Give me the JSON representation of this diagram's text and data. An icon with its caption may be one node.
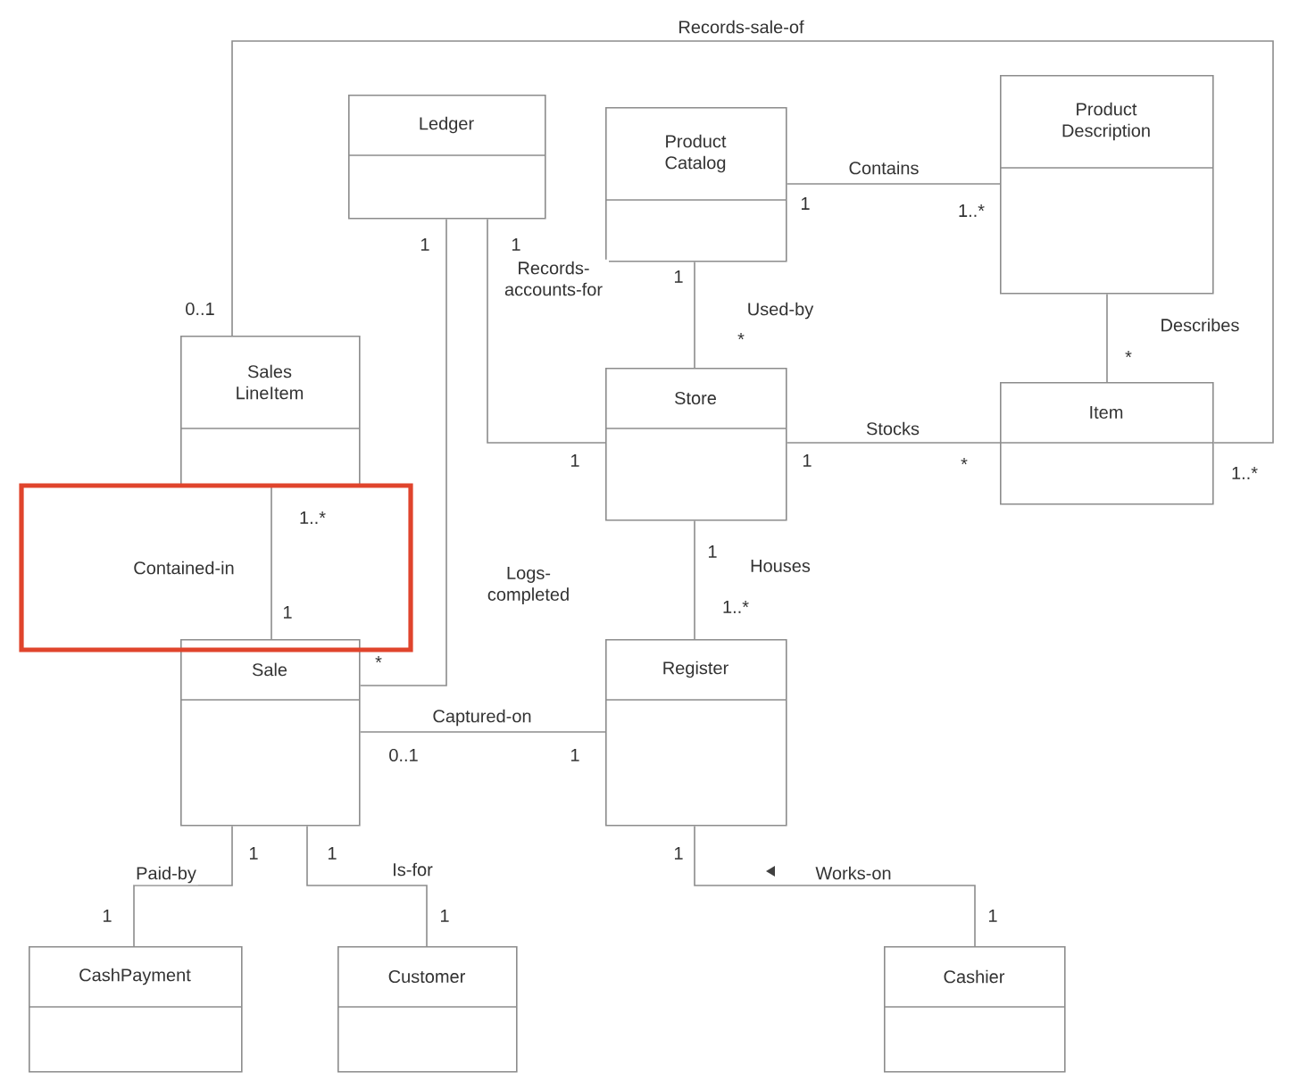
{
  "diagram": {
    "nodes": [
      {
        "text": [
          "Ledger"
        ]
      },
      {
        "text": [
          "Product Catalog"
        ]
      },
      {
        "text": [
          "Product Description"
        ]
      },
      {
        "text": [
          "Sales LineItem"
        ]
      },
      {
        "text": [
          "Store"
        ]
      },
      {
        "text": [
          "Item"
        ]
      },
      {
        "text": [
          "Sale"
        ]
      },
      {
        "text": [
          "Register"
        ]
      },
      {
        "text": [
          "CashPayment"
        ]
      },
      {
        "text": [
          "Customer"
        ]
      },
      {
        "text": [
          "Cashier"
        ]
      }
    ],
    "edges": [
      {
        "from": 3,
        "to": 6,
        "arrow": "none",
        "label": "Contained-in"
      },
      {
        "from": 0,
        "to": 6,
        "arrow": "none",
        "label": "Logs-completed"
      },
      {
        "from": 0,
        "to": 4,
        "arrow": "none",
        "label": "Records-accounts-for"
      },
      {
        "from": 3,
        "to": 5,
        "arrow": "none",
        "label": "Records-sale-of"
      },
      {
        "from": 1,
        "to": 2,
        "arrow": "none",
        "label": "Contains"
      },
      {
        "from": 1,
        "to": 4,
        "arrow": "none",
        "label": "Used-by"
      },
      {
        "from": 2,
        "to": 5,
        "arrow": "none",
        "label": "Describes"
      },
      {
        "from": 4,
        "to": 5,
        "arrow": "none",
        "label": "Stocks"
      },
      {
        "from": 4,
        "to": 7,
        "arrow": "none",
        "label": "Houses"
      },
      {
        "from": 6,
        "to": 7,
        "arrow": "none",
        "label": "Captured-on"
      },
      {
        "from": 6,
        "to": 8,
        "arrow": "none",
        "label": "Paid-by"
      },
      {
        "from": 6,
        "to": 9,
        "arrow": "none",
        "label": "Is-for"
      },
      {
        "from": 7,
        "to": 10,
        "arrow": "none",
        "label": "Works-on"
      }
    ],
    "labels": [
      "1",
      "1",
      "1",
      "1",
      "1..*",
      "*",
      "*",
      "0..1",
      "1",
      "1",
      "*",
      "1..*",
      "1..*",
      "1",
      "1..*",
      "1",
      "*",
      "0..1",
      "1",
      "1",
      "1",
      "1",
      "1",
      "1",
      "1"
    ]
  }
}
